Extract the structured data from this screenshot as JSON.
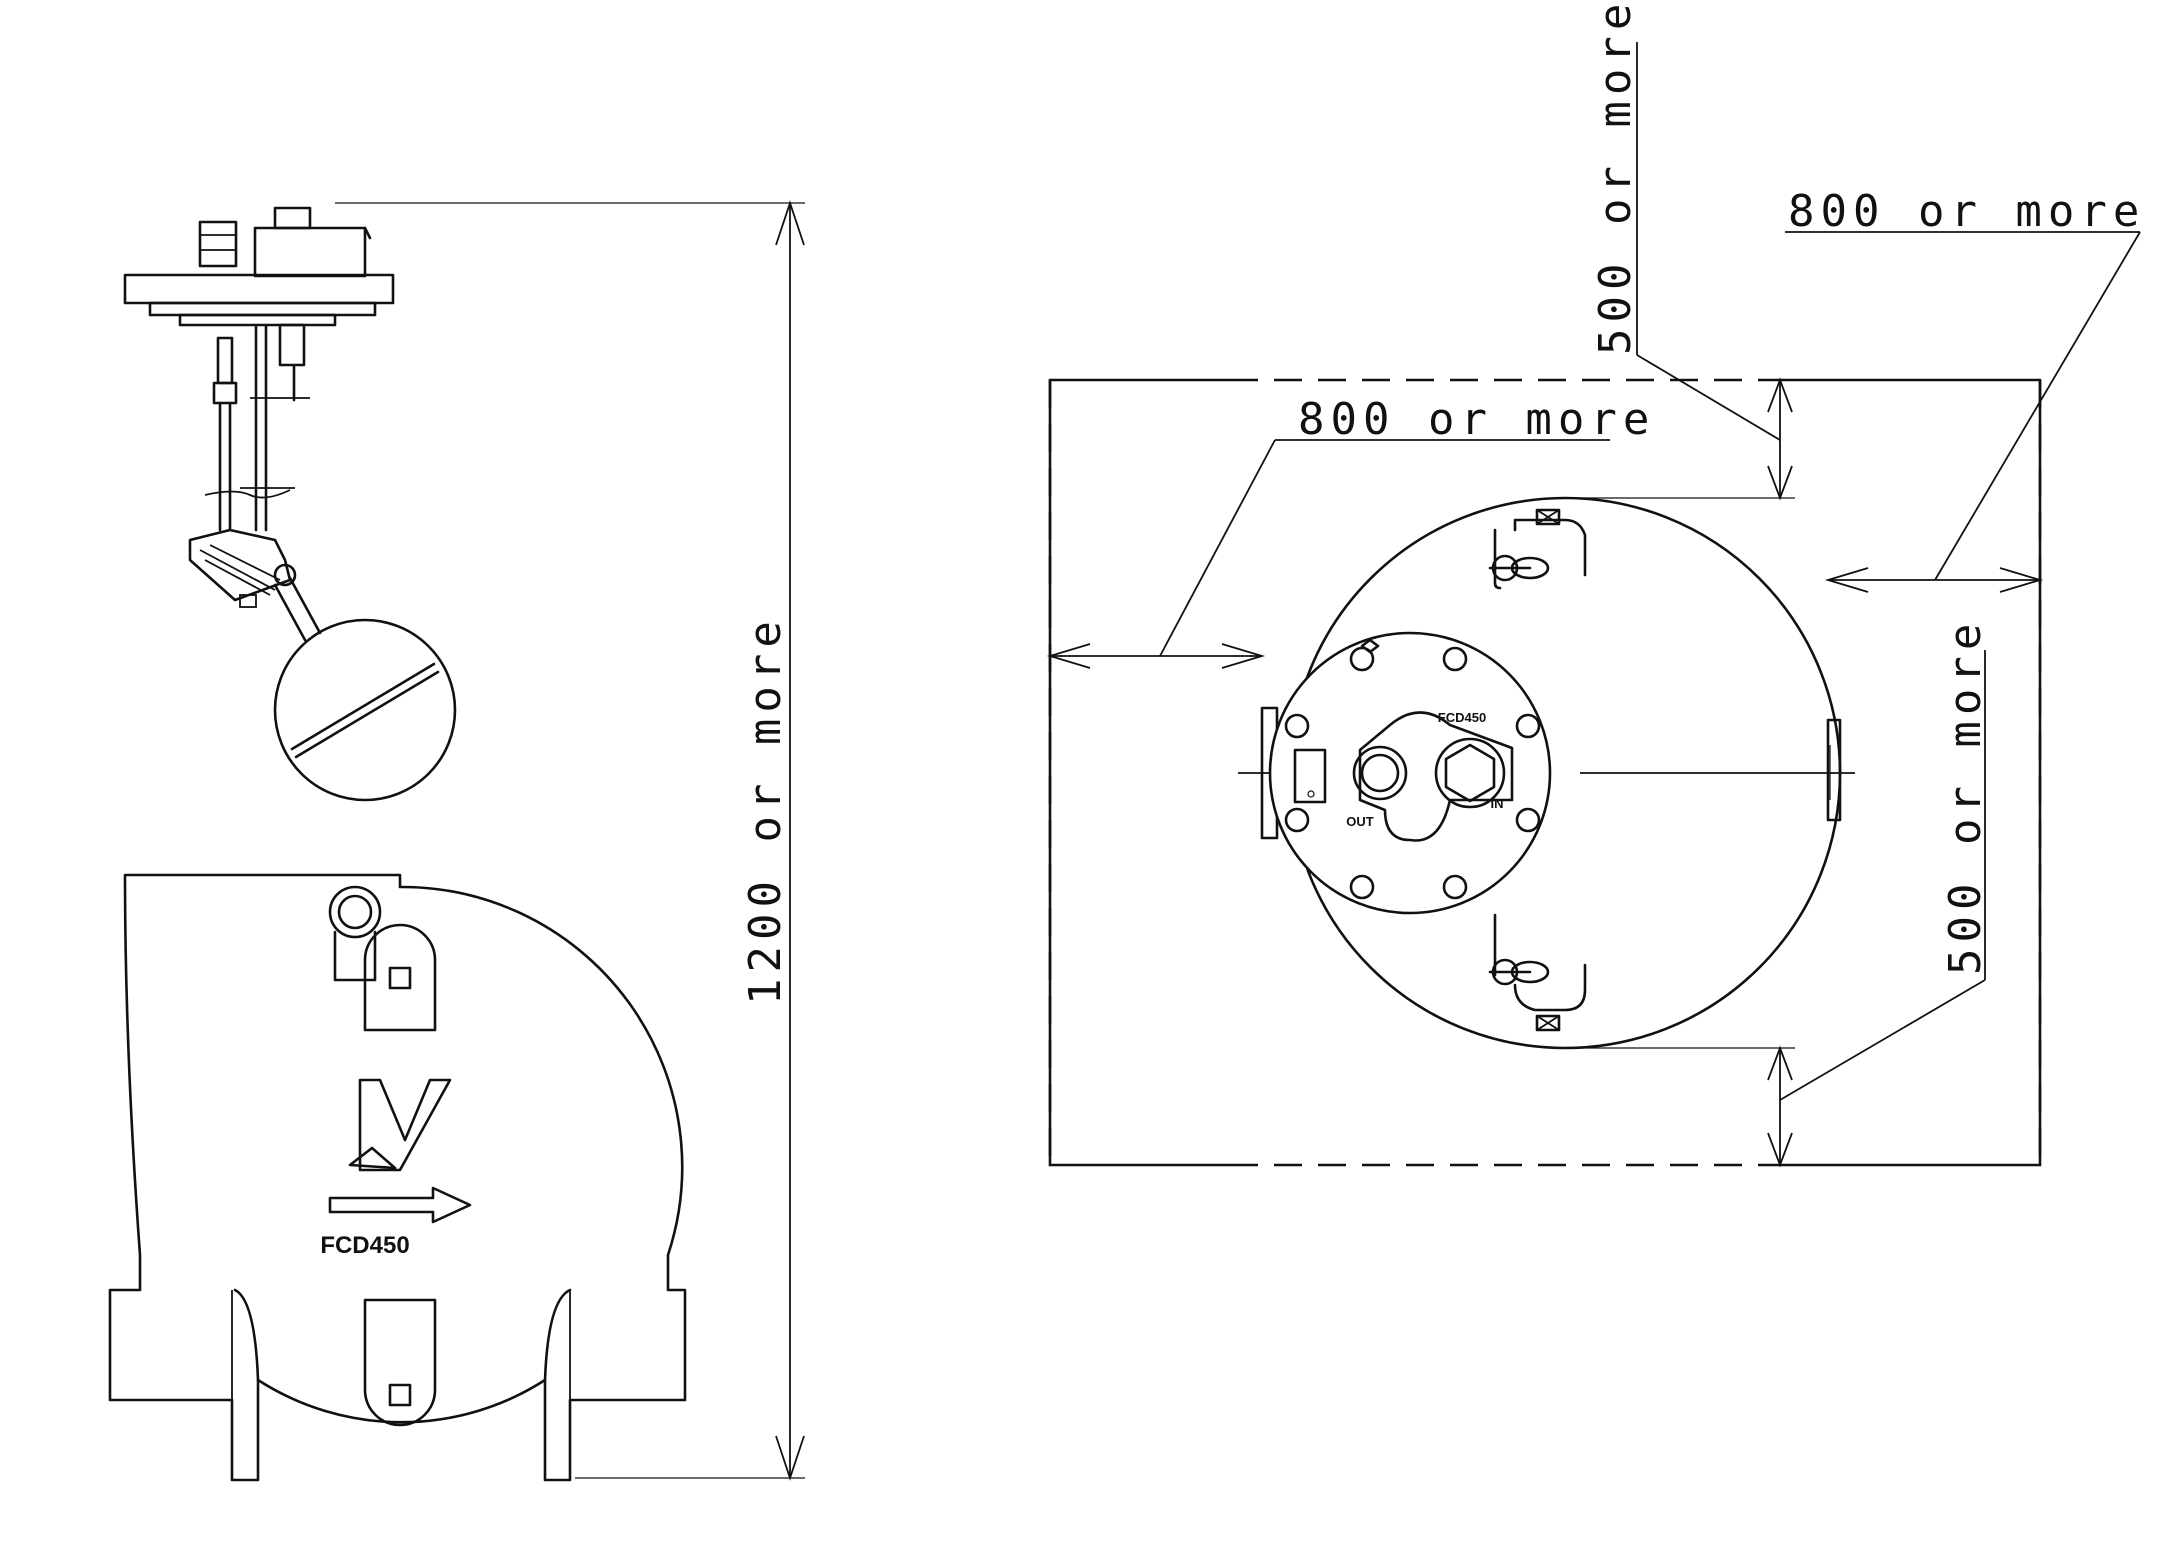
{
  "labels": {
    "height_clearance": "1200 or more",
    "left_clearance": "800 or more",
    "right_clearance": "800 or more",
    "top_clearance": "500 or more",
    "bottom_clearance": "500 or more",
    "body_marking": "FCD450",
    "cover_marking": "FCD450",
    "port_out": "OUT",
    "port_in": "IN"
  },
  "icons": {
    "maker_logo": "stylized-v-logo",
    "flow_arrow": "right-arrow"
  }
}
